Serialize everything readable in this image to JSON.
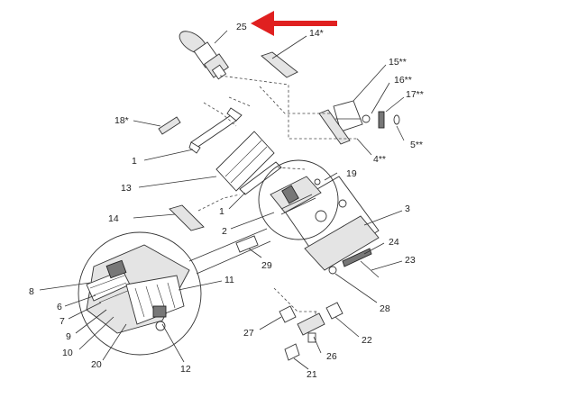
{
  "callouts": {
    "p25": "25",
    "p14a": "14*",
    "p15": "15**",
    "p16": "16**",
    "p17": "17**",
    "p18": "18*",
    "p1a": "1",
    "p4": "4**",
    "p5": "5**",
    "p13": "13",
    "p19": "19",
    "p1b": "1",
    "p3": "3",
    "p14b": "14",
    "p2": "2",
    "p24": "24",
    "p29": "29",
    "p23": "23",
    "p11": "11",
    "p8": "8",
    "p6": "6",
    "p7": "7",
    "p28": "28",
    "p9": "9",
    "p27": "27",
    "p22": "22",
    "p10": "10",
    "p26": "26",
    "p20": "20",
    "p12": "12",
    "p21": "21"
  },
  "colors": {
    "arrow": "#e02020",
    "line": "#333333",
    "fill_dark": "#777777",
    "fill_light": "#e4e4e4"
  },
  "icons": {
    "pointer_arrow": "left-arrow-icon"
  }
}
